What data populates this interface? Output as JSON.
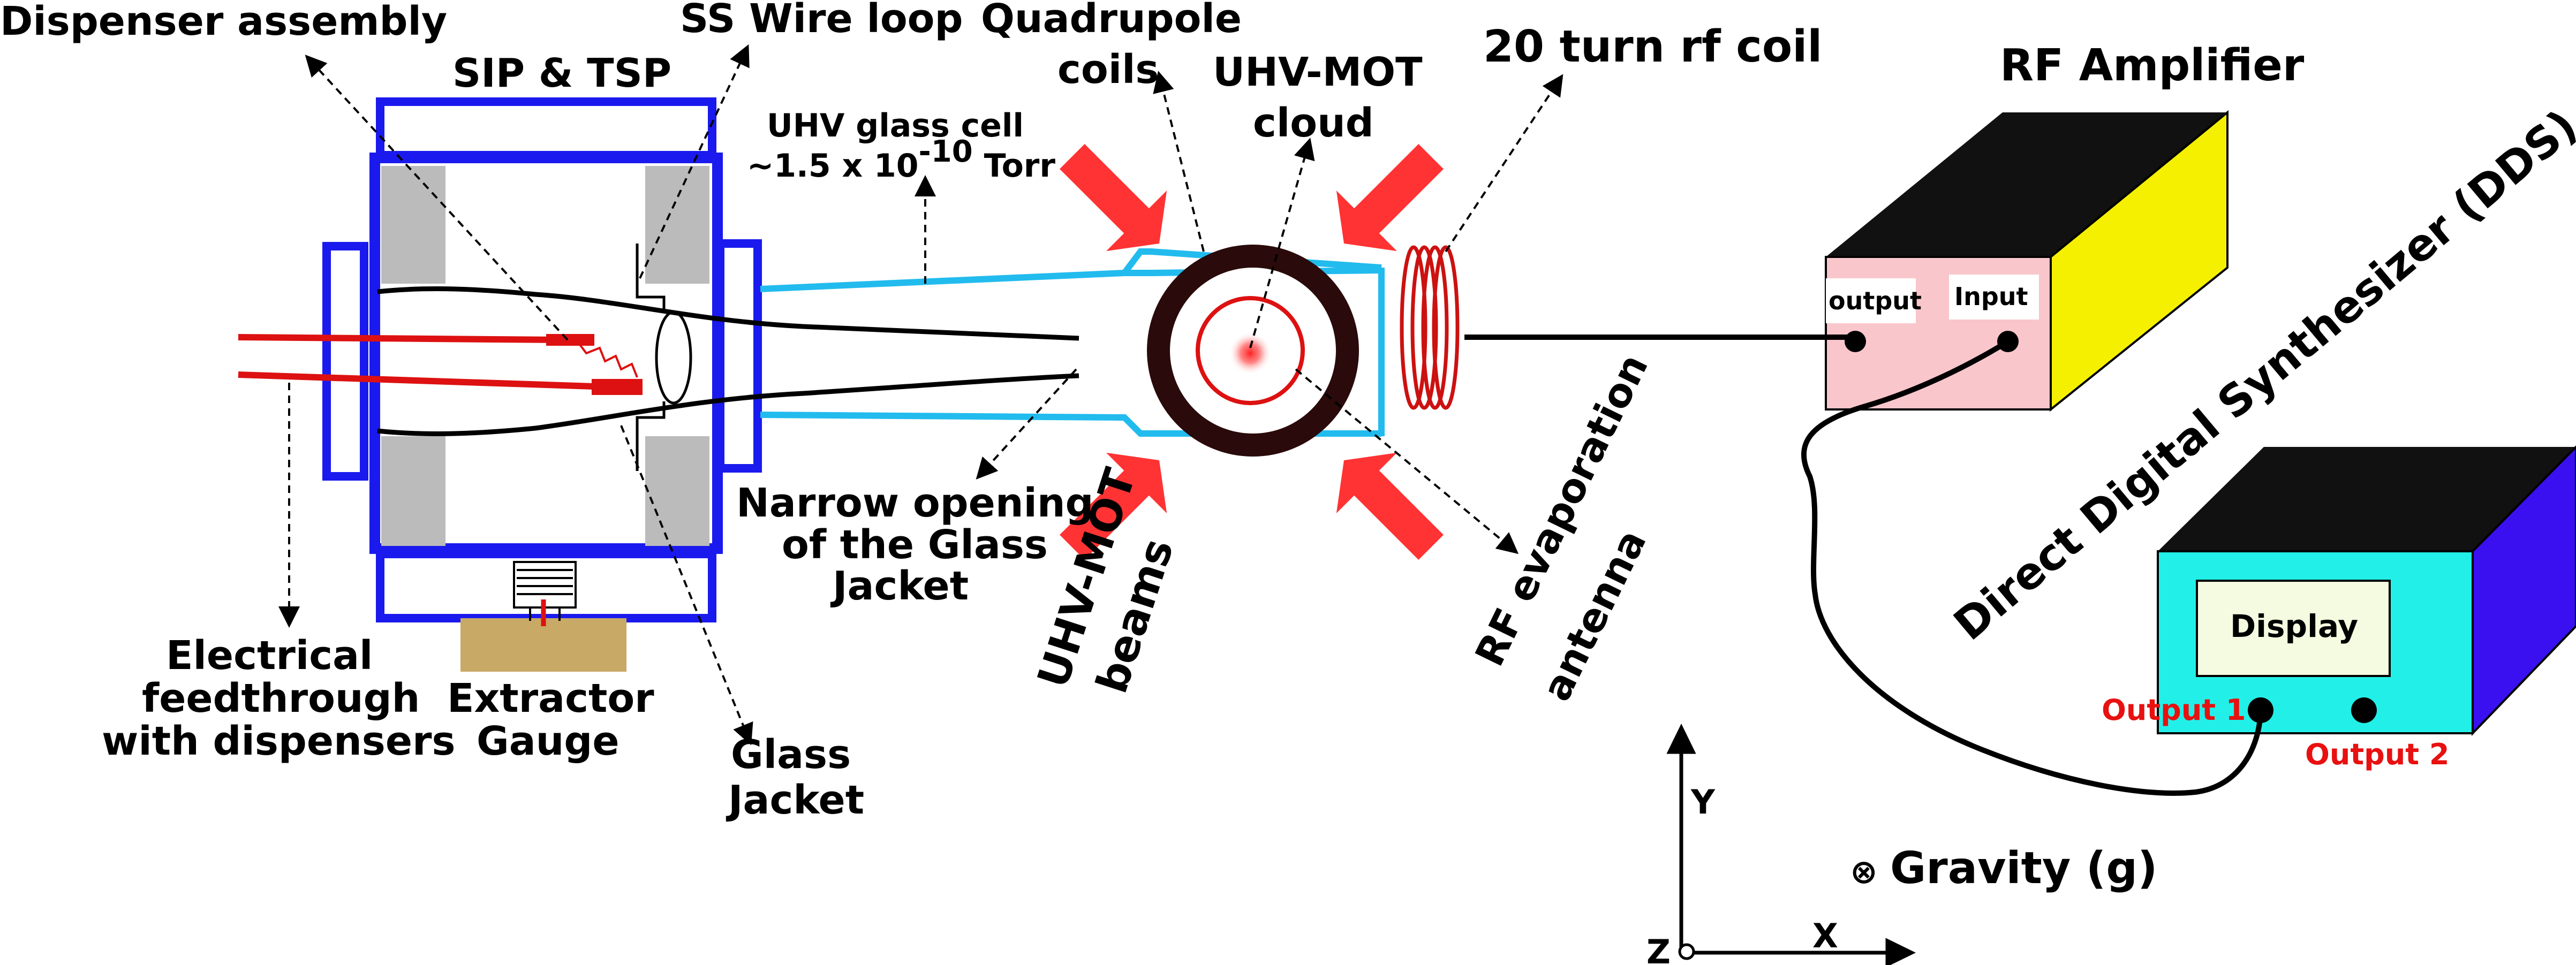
{
  "labels": {
    "dispenser_assembly": "Dispenser assembly",
    "sip_tsp": "SIP & TSP",
    "ss_wire_loop": "SS Wire loop",
    "quadrupole_line1": "Quadrupole",
    "quadrupole_line2": "coils",
    "mot_cloud_line1": "UHV-MOT",
    "mot_cloud_line2": "cloud",
    "rf_coil": "20 turn rf coil",
    "rf_amplifier": "RF Amplifier",
    "glass_cell_line1": "UHV glass cell",
    "glass_cell_line2_prefix": "~1.5 x 10",
    "glass_cell_exponent": "-10",
    "glass_cell_line2_unit": " Torr",
    "output": "output",
    "input": "Input",
    "dds": "Direct Digital Synthesizer (DDS)",
    "display": "Display",
    "output1": "Output 1",
    "output2": "Output 2",
    "narrow_line1": "Narrow opening",
    "narrow_line2": "of the Glass",
    "narrow_line3": "Jacket",
    "mot_beams_line1": "UHV-MOT",
    "mot_beams_line2": "beams",
    "rf_antenna_line1": "RF evaporation",
    "rf_antenna_line2": "antenna",
    "feedthrough_line1": "Electrical",
    "feedthrough_line2": "feedthrough",
    "feedthrough_line3": "with dispensers",
    "extractor_line1": "Extractor",
    "extractor_line2": "Gauge",
    "glass_jacket_line1": "Glass",
    "glass_jacket_line2": "Jacket",
    "axis_y": "Y",
    "axis_x": "X",
    "axis_z": "Z",
    "gravity_symbol": "⊗",
    "gravity": "Gravity (g)"
  },
  "colors": {
    "chamber_blue": "#1a1aee",
    "jacket_cyan": "#22bbee",
    "beam_red": "#ff3333",
    "coil_dark": "#2a0a0a",
    "wire_red": "#dd1111",
    "amp_front": "#f9c6cc",
    "amp_side": "#f5f000",
    "amp_top": "#111111",
    "dds_front": "#22f0e8",
    "dds_side": "#3a10f0",
    "dds_top": "#111111",
    "display_bg": "#f4fbe0",
    "gauge_tan": "#c8a965",
    "pump_gray": "#bbbbbb",
    "output_label_red": "#e81010"
  }
}
